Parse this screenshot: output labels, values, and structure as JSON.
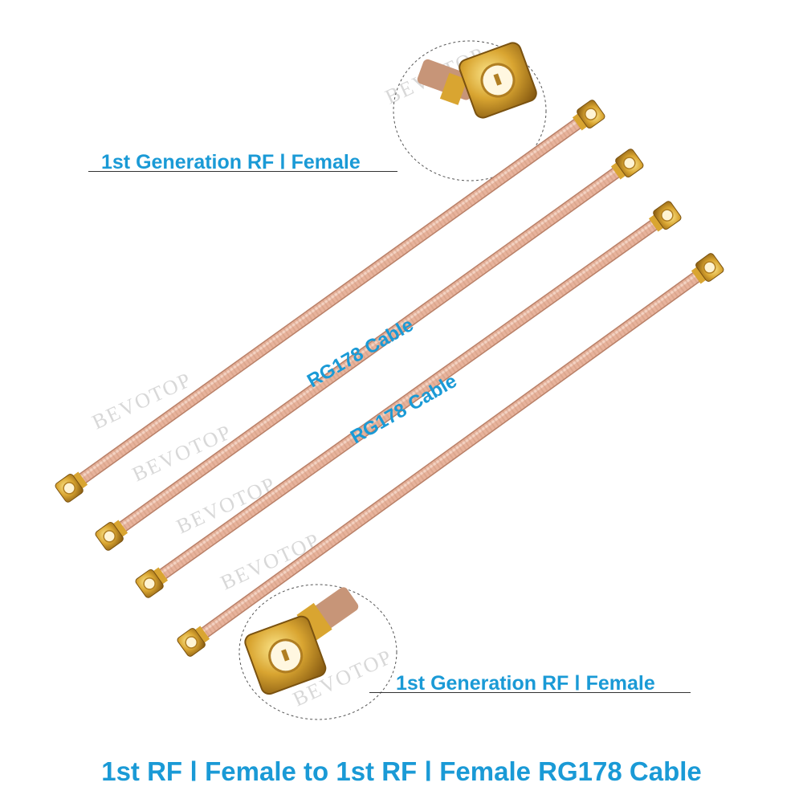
{
  "callouts": {
    "top": "1st Generation RF Ⅰ Female",
    "bottom": "1st Generation RF Ⅰ Female"
  },
  "cable_labels": [
    "RG178 Cable",
    "RG178 Cable"
  ],
  "footer": "1st RF Ⅰ Female to 1st RF Ⅰ Female RG178 Cable",
  "watermark": "BEVOTOP",
  "colors": {
    "text_accent": "#1a9ad6",
    "cable": "#e8b39c",
    "connector_gold": "#d9a531",
    "connector_copper": "#b0603c"
  },
  "icons": [
    "ufl-connector-icon",
    "coax-cable-icon"
  ]
}
